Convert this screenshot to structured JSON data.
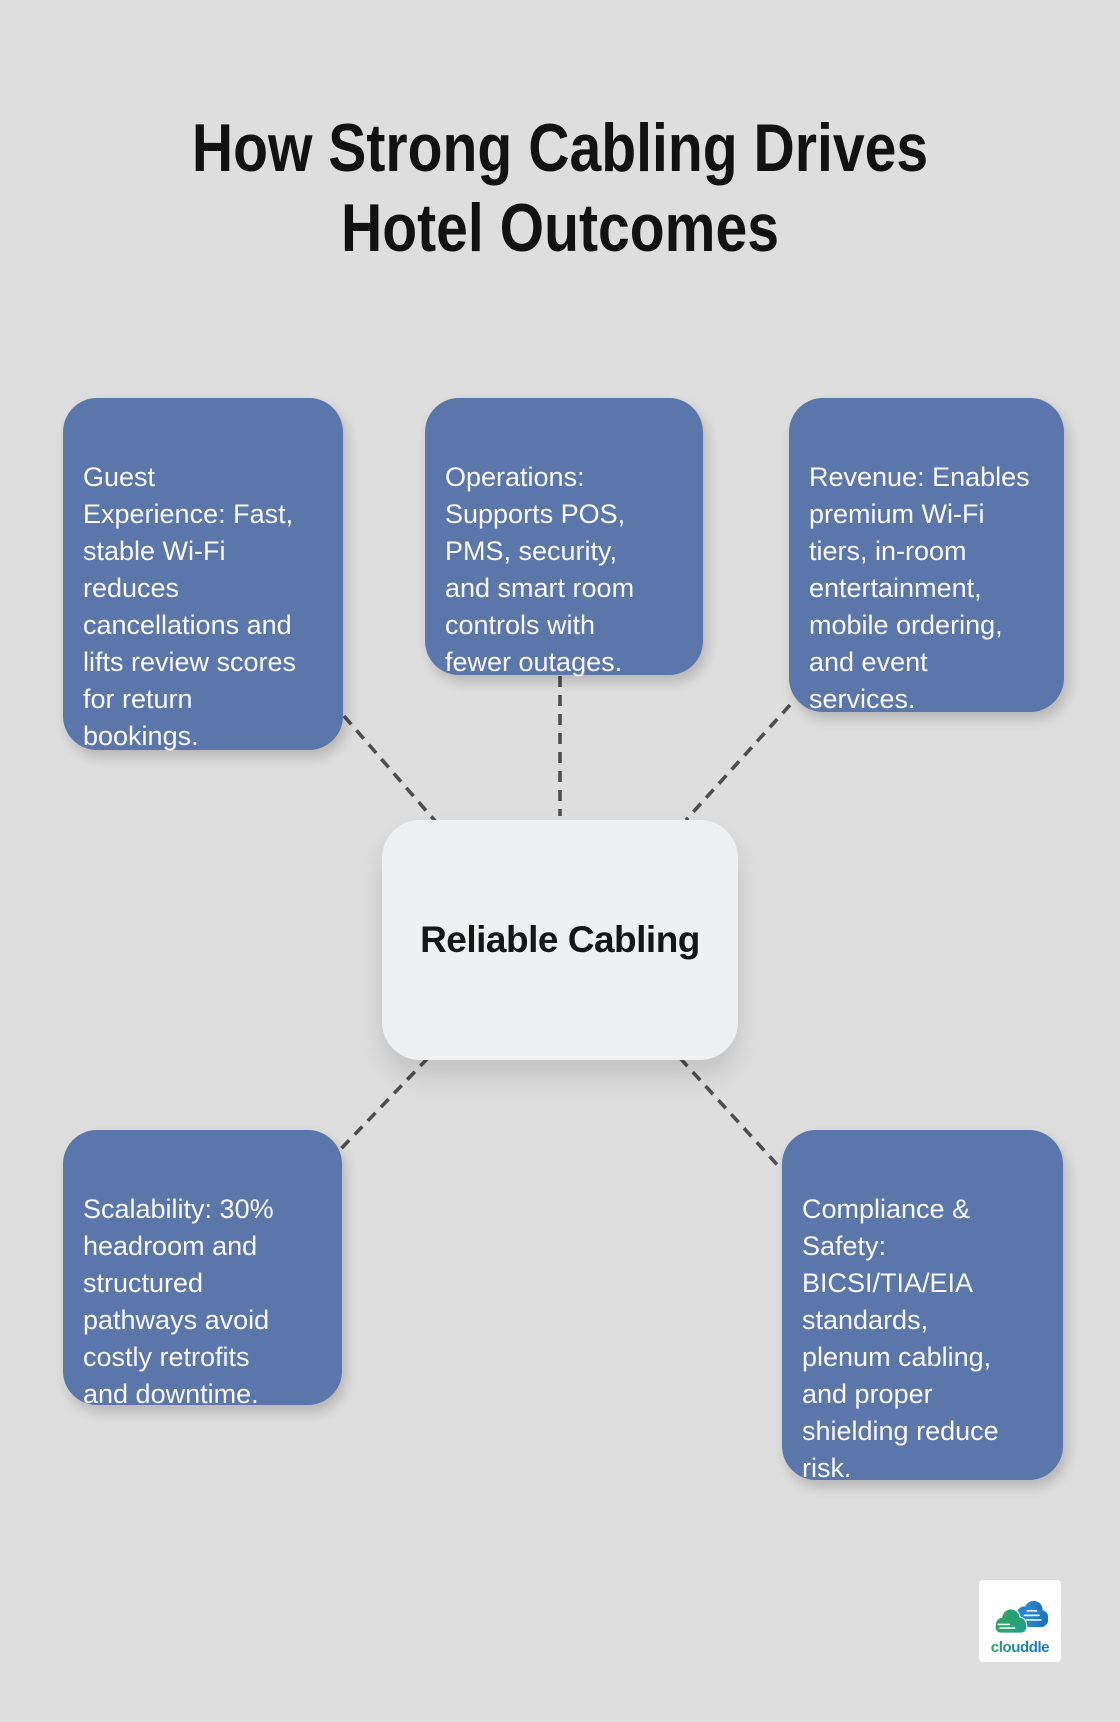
{
  "title": {
    "lines": [
      "How Strong Cabling Drives",
      "Hotel Outcomes"
    ]
  },
  "center_node": {
    "label": "Reliable Cabling"
  },
  "nodes": [
    {
      "id": "guest-experience",
      "text": "Guest\nExperience: Fast,\nstable Wi-Fi\nreduces\ncancellations and\nlifts review scores\nfor return\nbookings."
    },
    {
      "id": "operations",
      "text": "Operations:\nSupports POS,\nPMS, security,\nand smart room\ncontrols with\nfewer outages."
    },
    {
      "id": "revenue",
      "text": "Revenue: Enables\npremium Wi-Fi\ntiers, in-room\nentertainment,\nmobile ordering,\nand event\nservices."
    },
    {
      "id": "scalability",
      "text": "Scalability: 30%\nheadroom and\nstructured\npathways avoid\ncostly retrofits\nand downtime."
    },
    {
      "id": "compliance-safety",
      "text": "Compliance &\nSafety:\nBICSI/TIA/EIA\nstandards,\nplenum cabling,\nand proper\nshielding reduce\nrisk."
    }
  ],
  "logo": {
    "wordmark": "clouddle",
    "icon": "cloud-pair-icon"
  },
  "colors": {
    "background": "#dedede",
    "node_fill": "#5b76ab",
    "node_text": "#f7f9fb",
    "center_fill": "#eff0f1",
    "center_text": "#161616",
    "connector": "#4e4e4e",
    "title_text": "#121212",
    "logo_green": "#27a05d",
    "logo_blue": "#1b78ce",
    "logo_card": "#ffffff"
  }
}
